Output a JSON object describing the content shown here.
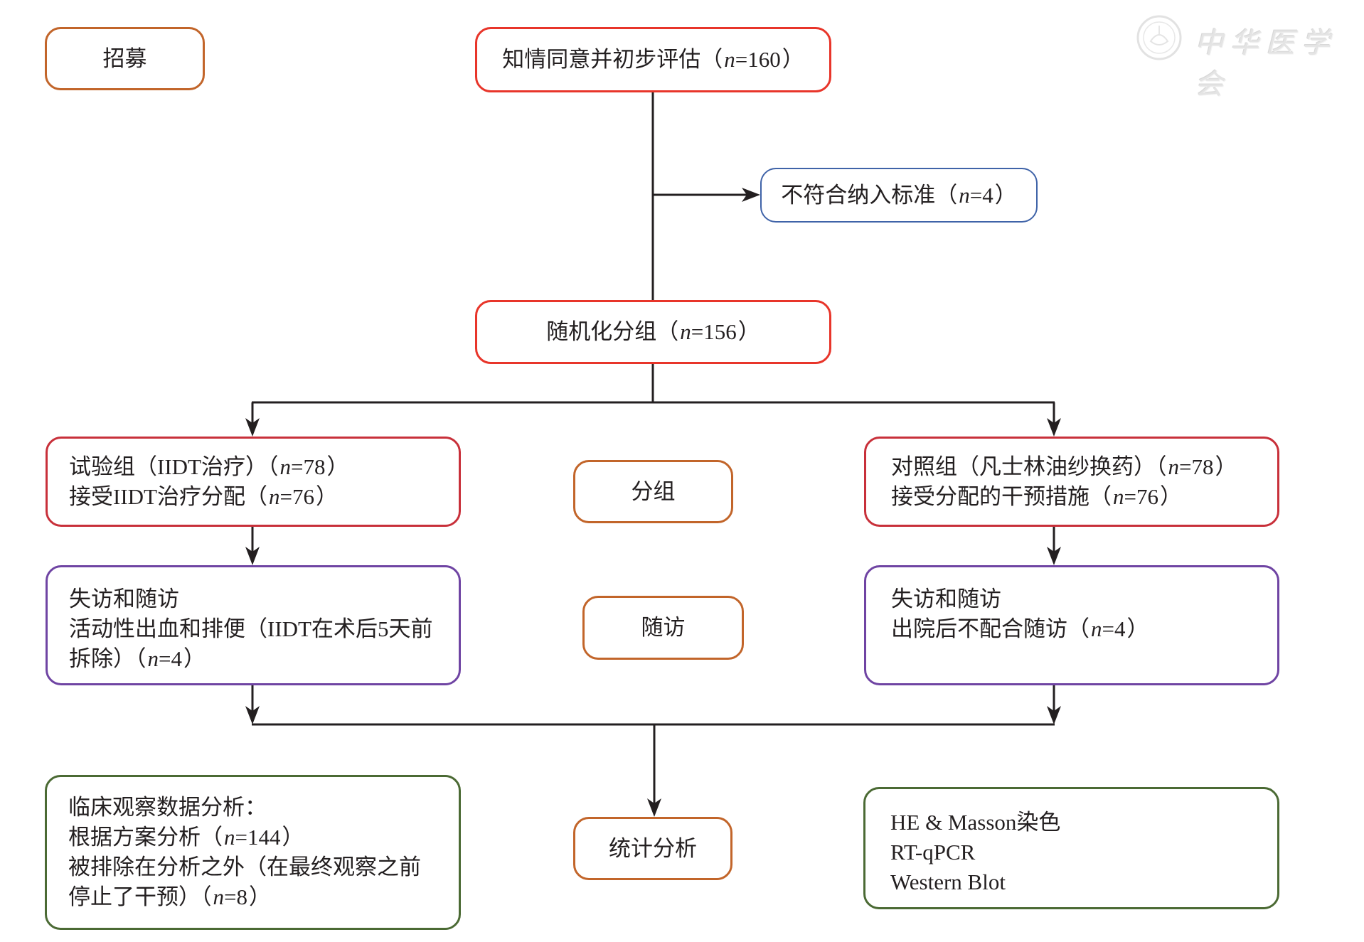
{
  "colors": {
    "stage": "#c2652a",
    "screening": "#e8352a",
    "excluded": "#3f63a8",
    "allocation": "#c8303a",
    "follow_up": "#6f44a3",
    "analysis": "#4b6a34",
    "connector": "#231f20",
    "text": "#231f20",
    "watermark": "#e4e4e4"
  },
  "watermark": {
    "text": "中华医学会"
  },
  "count_format": {
    "open": "（",
    "var": "n",
    "eq": "=",
    "close": "）"
  },
  "stages": {
    "enrollment": "招募",
    "allocation": "分组",
    "follow_up": "随访",
    "analysis": "统计分析"
  },
  "screening": {
    "text": "知情同意并初步评估",
    "n": "160"
  },
  "excluded": {
    "text": "不符合纳入标准",
    "n": "4"
  },
  "randomized": {
    "text": "随机化分组",
    "n": "156"
  },
  "trial_group": {
    "lines": [
      {
        "text": "试验组（IIDT治疗）",
        "n": "78"
      },
      {
        "text": "接受IIDT治疗分配",
        "n": "76"
      }
    ]
  },
  "control_group": {
    "lines": [
      {
        "text": "对照组（凡士林油纱换药）",
        "n": "78"
      },
      {
        "text": "接受分配的干预措施",
        "n": "76"
      }
    ]
  },
  "trial_follow_up": {
    "lines": [
      {
        "text": "失访和随访"
      },
      {
        "text": "活动性出血和排便（IIDT在术后5天前"
      },
      {
        "text": "拆除）",
        "n": "4"
      }
    ]
  },
  "control_follow_up": {
    "lines": [
      {
        "text": "失访和随访"
      },
      {
        "text": "出院后不配合随访",
        "n": "4"
      }
    ]
  },
  "clinical_analysis": {
    "lines": [
      {
        "text": "临床观察数据分析："
      },
      {
        "text": "根据方案分析",
        "n": "144"
      },
      {
        "text": "被排除在分析之外（在最终观察之前"
      },
      {
        "text": "停止了干预）",
        "n": "8"
      }
    ]
  },
  "lab_analysis": {
    "lines": [
      {
        "text": "HE & Masson染色"
      },
      {
        "text": "RT-qPCR"
      },
      {
        "text": "Western Blot"
      }
    ]
  }
}
